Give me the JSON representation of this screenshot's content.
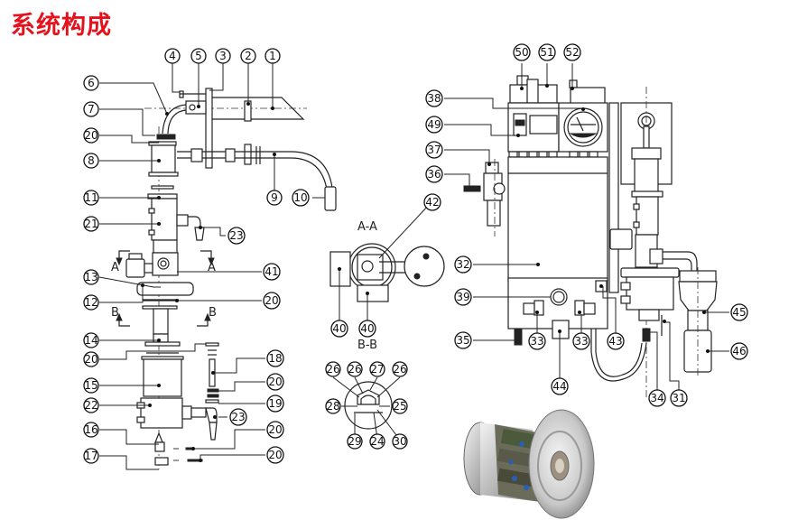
{
  "title": "系统构成",
  "colors": {
    "title": "#e4121c",
    "line": "#222222",
    "background": "#ffffff"
  },
  "section_labels": {
    "a_left": "A",
    "a_right": "A",
    "b_left": "B",
    "b_right": "B",
    "view_aa": "A-A",
    "view_bb": "B-B"
  },
  "balloons": {
    "b1": "1",
    "b2": "2",
    "b3": "3",
    "b4": "4",
    "b5": "5",
    "b6": "6",
    "b7": "7",
    "b20a": "20",
    "b8": "8",
    "b9": "9",
    "b10": "10",
    "b11": "11",
    "b21": "21",
    "b23a": "23",
    "b41": "41",
    "b13": "13",
    "b12": "12",
    "b20b": "20",
    "b14": "14",
    "b20c": "20",
    "b15": "15",
    "b22": "22",
    "b16": "16",
    "b17": "17",
    "b18": "18",
    "b20d": "20",
    "b19": "19",
    "b23b": "23",
    "b20e": "20",
    "b20f": "20",
    "b42": "42",
    "b40a": "40",
    "b40b": "40",
    "b26a": "26",
    "b26b": "26",
    "b27": "27",
    "b26c": "26",
    "b28": "28",
    "b25": "25",
    "b29": "29",
    "b24": "24",
    "b30": "30",
    "b50": "50",
    "b51": "51",
    "b52": "52",
    "b38": "38",
    "b49": "49",
    "b37": "37",
    "b36": "36",
    "b32": "32",
    "b39": "39",
    "b35": "35",
    "b33a": "33",
    "b33b": "33",
    "b44": "44",
    "b43": "43",
    "b45": "45",
    "b46": "46",
    "b34": "34",
    "b31": "31"
  },
  "photo": {
    "subject": "slip-ring-rotary-assembly",
    "accent": "#2a5fb8"
  }
}
